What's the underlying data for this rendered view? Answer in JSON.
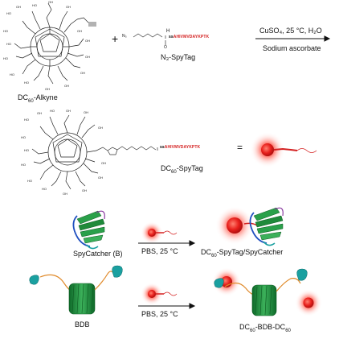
{
  "row1": {
    "molecule_label": "DC",
    "molecule_sub": "60",
    "molecule_suffix": "-Alkyne",
    "plus": "+",
    "azide_prefix": "N₃",
    "nh": "H",
    "ss": "ss",
    "peptide": "AHIVMVDAYKPTK",
    "carbonyl_o": "O",
    "tag_label": "N₃-SpyTag",
    "cond_top": "CuSO₄, 25 °C, H₂O",
    "cond_bottom": "Sodium ascorbate"
  },
  "row2": {
    "ss": "ss",
    "peptide": "AHIVMVDAYKPTK",
    "equals": "=",
    "label_pre": "DC",
    "label_sub": "60",
    "label_post": "-SpyTag"
  },
  "row3": {
    "protein_label": "SpyCatcher (B)",
    "cond": "PBS, 25 °C",
    "product_pre": "DC",
    "product_sub": "60",
    "product_post": "-SpyTag/SpyCatcher"
  },
  "row4": {
    "protein_label": "BDB",
    "cond": "PBS, 25 °C",
    "product_pre": "DC",
    "product_sub1": "60",
    "product_mid": "-BDB-DC",
    "product_sub2": "60"
  },
  "colors": {
    "peptide": "#d42020",
    "fullerene_red": "#e8201c",
    "barrel_green": "#1f8a3a",
    "helix_teal": "#1aa0a0",
    "linker_orange": "#e08a2a"
  },
  "icons": [
    "fullerene-molecule",
    "spycatcher-protein",
    "bdb-protein",
    "fullerene-sphere"
  ]
}
